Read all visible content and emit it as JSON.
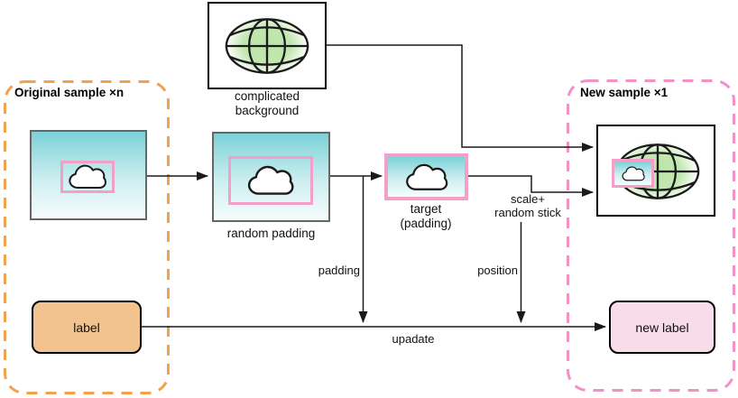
{
  "diagram": {
    "containers": {
      "original": {
        "title": "Original sample ×n"
      },
      "new": {
        "title": "New sample ×1"
      }
    },
    "nodes": {
      "complicated_background": {
        "caption_line1": "complicated",
        "caption_line2": "background"
      },
      "random_padding": {
        "caption": "random padding"
      },
      "target": {
        "caption_line1": "target",
        "caption_line2": "(padding)"
      },
      "label": {
        "text": "label"
      },
      "new_label": {
        "text": "new label"
      }
    },
    "edge_labels": {
      "padding": "padding",
      "position": "position",
      "update": "upadate",
      "scale_line1": "scale+",
      "scale_line2": "random stick"
    },
    "icons": {
      "cloud": "cloud-icon",
      "globe": "globe-icon"
    },
    "colors": {
      "orange_dash": "#F0A24E",
      "pink_dash": "#F291C5",
      "pink_box_border": "#F2A0C8",
      "label_fill": "#F2C38F",
      "new_label_fill": "#F8DCEA",
      "image_gradient_top": "#7BD2D8",
      "glow_green": "#B7E3A2",
      "line_color": "#1A1A1A"
    }
  }
}
